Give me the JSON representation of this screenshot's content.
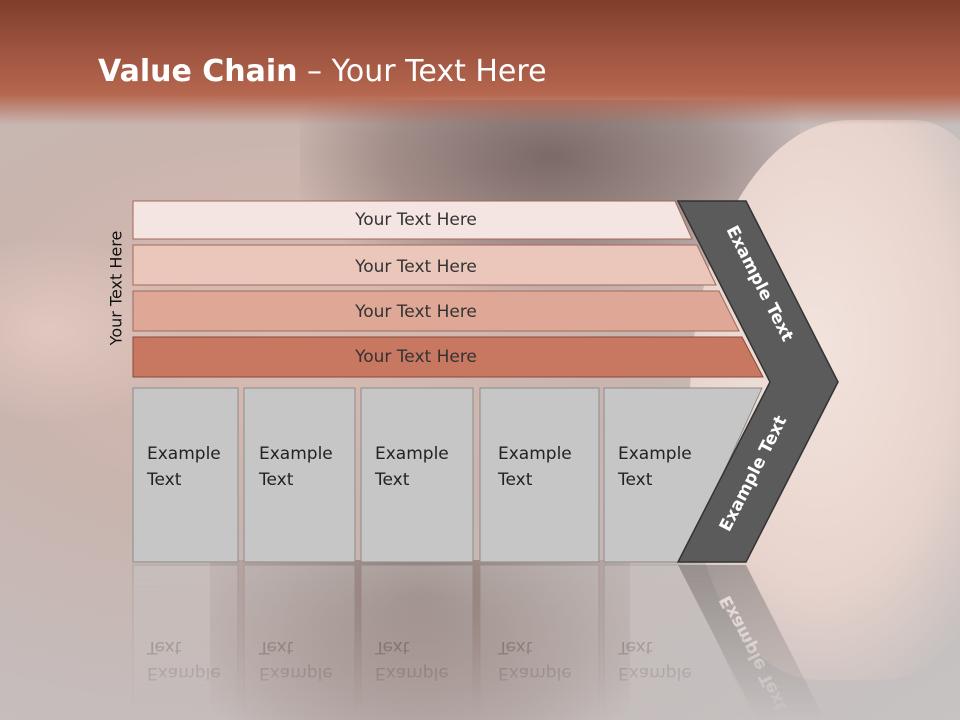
{
  "slide": {
    "title_bold": "Value Chain",
    "title_rest": " – Your Text Here",
    "side_label": "Your Text Here"
  },
  "bars": [
    {
      "label": "Your Text Here",
      "color": "#f4e5e2"
    },
    {
      "label": "Your Text Here",
      "color": "#ebc6bb"
    },
    {
      "label": "Your Text Here",
      "color": "#dea796"
    },
    {
      "label": "Your Text Here",
      "color": "#c87761"
    }
  ],
  "boxes": [
    {
      "line1": "Example",
      "line2": "Text"
    },
    {
      "line1": "Example",
      "line2": "Text"
    },
    {
      "line1": "Example",
      "line2": "Text"
    },
    {
      "line1": "Example",
      "line2": "Text"
    },
    {
      "line1": "Example",
      "line2": "Text"
    }
  ],
  "chevron": {
    "upper_label": "Example Text",
    "lower_label": "Example Text",
    "color": "#5b5b5b"
  },
  "colors": {
    "header": "#9e5440",
    "box_fill": "#c6c6c6"
  }
}
